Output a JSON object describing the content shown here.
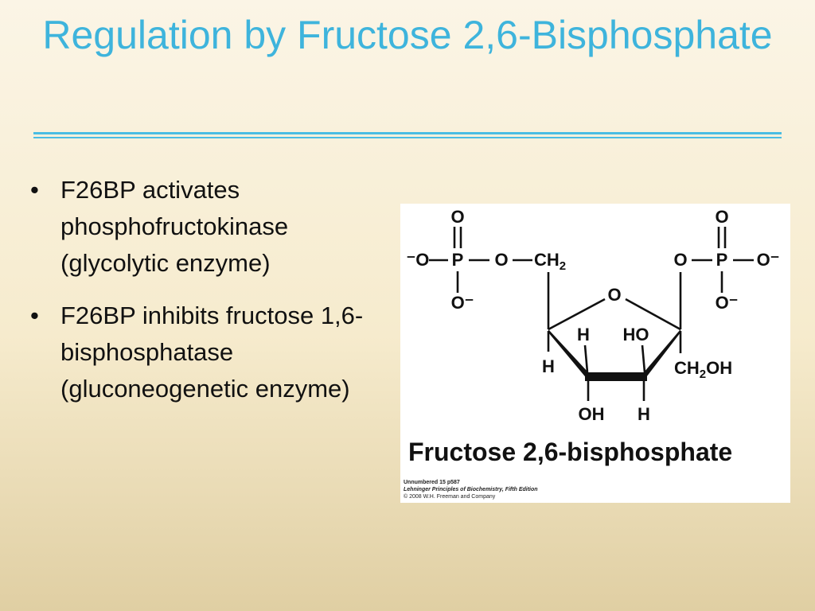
{
  "slide": {
    "title": "Regulation by Fructose 2,6-Bisphosphate",
    "bullet_glyph": "•",
    "bullets": [
      "F26BP activates phosphofructokinase (glycolytic enzyme)",
      "F26BP inhibits fructose 1,6-bisphosphatase (gluconeogenetic enzyme)"
    ]
  },
  "figure": {
    "caption": "Fructose 2,6-bisphosphate",
    "credit_lines": [
      "Unnumbered 15 p587",
      "Lehninger Principles of Biochemistry, Fifth Edition",
      "© 2008 W.H. Freeman and Company"
    ],
    "atoms": {
      "o": "O",
      "p": "P",
      "h": "H",
      "o_minus": "O⁻",
      "minus_o": "⁻O",
      "ch2": "CH",
      "two": "2",
      "oh": "OH",
      "ho": "HO",
      "ch2oh_c": "CH",
      "ch2oh_oh": "OH"
    }
  }
}
